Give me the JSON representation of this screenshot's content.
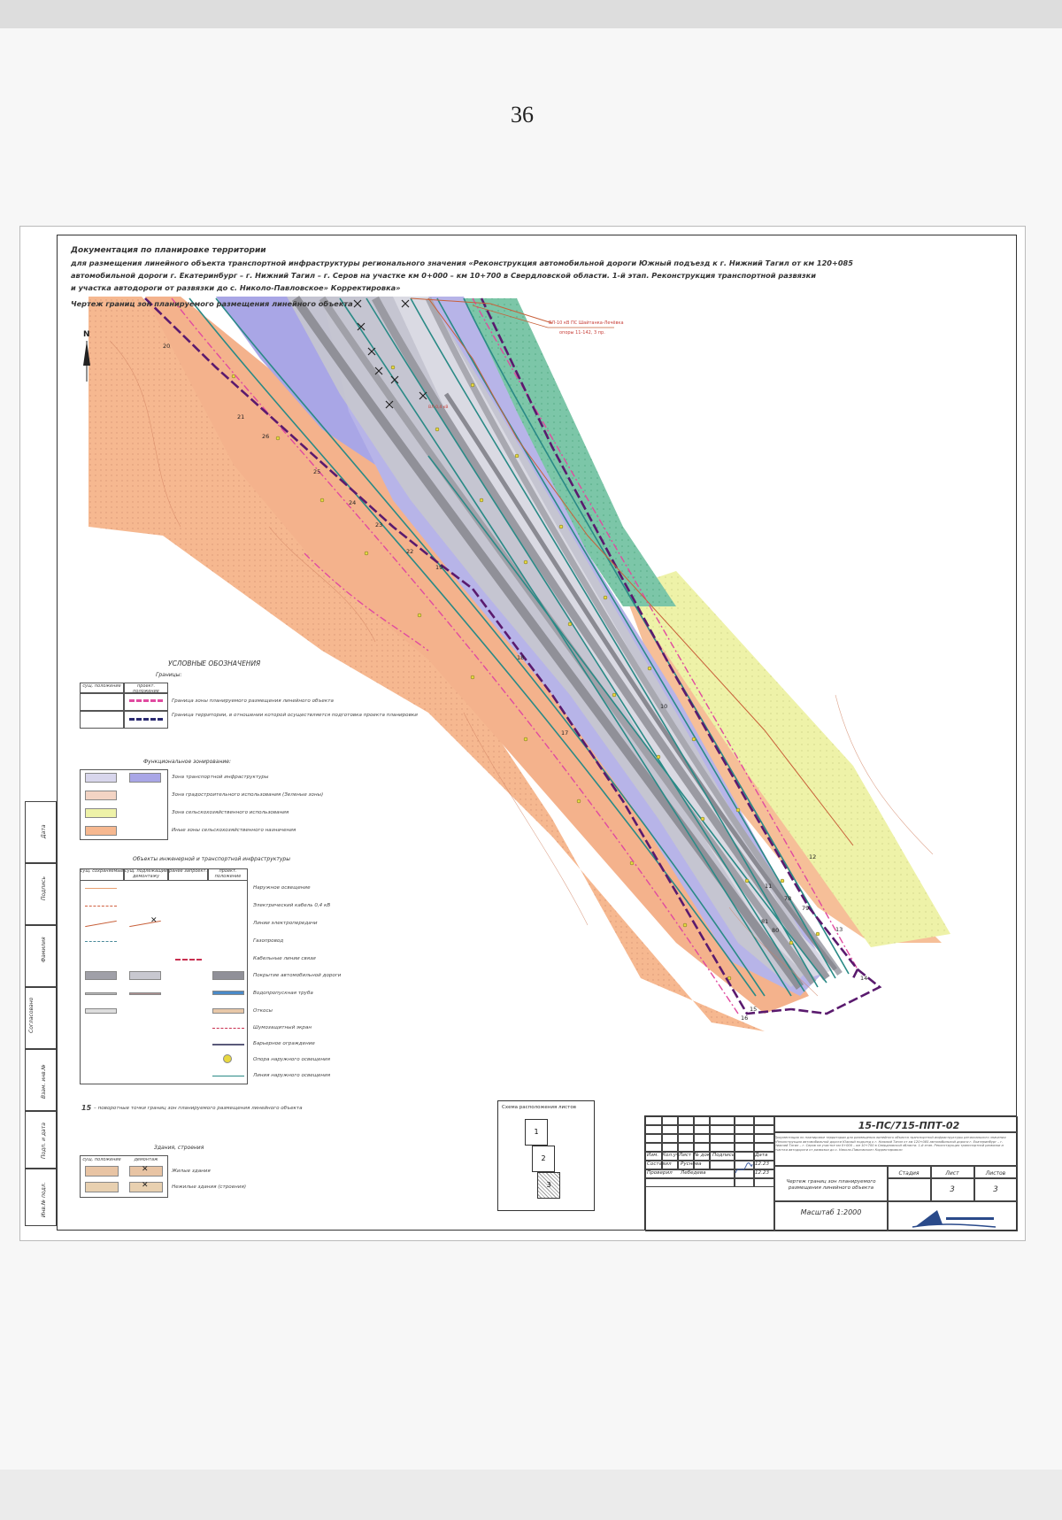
{
  "page_number": "36",
  "header": {
    "title": "Документация по планировке территории",
    "line1": "для размещения линейного объекта транспортной инфраструктуры регионального значения «Реконструкция автомобильной дороги Южный подъезд к г. Нижний Тагил от км 120+085",
    "line2": "автомобильной дороги г. Екатеринбург – г. Нижний Тагил – г. Серов на участке км 0+000 – км 10+700 в Свердловской области. 1-й этап. Реконструкция транспортной развязки",
    "line3": "и участка автодороги от развязки до с. Николо-Павловское» Корректировка»",
    "subtitle": "Чертеж границ зон планируемого размещения линейного объекта"
  },
  "map": {
    "north_label": "N",
    "callout_top": "ВЛ-10 кВ ПС Шайтанка-Лечёвка",
    "callout_top2": "опоры 11-142, 3 пр.",
    "small_label_1": "ВЛ-0,4 кВ",
    "point_labels": [
      "20",
      "21",
      "26",
      "25",
      "24",
      "23",
      "22",
      "19",
      "18",
      "17",
      "16",
      "15",
      "14",
      "13",
      "12",
      "11",
      "10",
      "79",
      "80",
      "81",
      "78"
    ]
  },
  "legend": {
    "title": "УСЛОВНЫЕ ОБОЗНАЧЕНИЯ",
    "borders_title": "Границы:",
    "col_existing": "сущ. положение",
    "col_project": "проект. положение",
    "border_1": "Граница зоны планируемого размещения линейного объекта",
    "border_2": "Граница территории, в отношении которой осуществляется подготовка проекта планировки",
    "zoning_title": "Функциональное зонирование:",
    "zone_1": "Зона транспортной инфраструктуры",
    "zone_2": "Зона градостроительного использования (Зеленые зоны)",
    "zone_3": "Зона сельскохозяйственного использования",
    "zone_4": "Иные зоны сельскохозяйственного назначения",
    "infra_title": "Объекты инженерной и транспортной инфраструктуры",
    "infra_col_1": "сущ. сохраняемые",
    "infra_col_2": "сущ. подлежащие демонтажу",
    "infra_col_3": "ранее запроект.",
    "infra_col_4": "проект. положение",
    "infra_1": "Наружное освещение",
    "infra_2": "Электрический кабель 0,4 кВ",
    "infra_3": "Линии электропередачи",
    "infra_4": "Газопровод",
    "infra_5": "Кабельные линии связи",
    "infra_6": "Покрытие автомобильной дороги",
    "infra_7": "Водопропускная труба",
    "infra_8": "Откосы",
    "infra_9": "Шумозащитный экран",
    "infra_10": "Барьерное ограждение",
    "infra_11": "Опора наружного освещения",
    "infra_12": "Линия наружного освещения",
    "points_note_num": "15",
    "points_note": "– поворотные точки границ зон планируемого размещения линейного объекта",
    "buildings_title": "Здания, строения",
    "bld_col_1": "сущ. положение",
    "bld_col_2": "демонтаж",
    "bld_1": "Жилые здания",
    "bld_2": "Нежилые здания (строения)"
  },
  "scheme": {
    "title": "Схема расположения листов",
    "sheets": [
      "1",
      "2",
      "3"
    ]
  },
  "stamp": {
    "code": "15-ПС/715-ППТ-02",
    "description": "Документация по планировке территории для размещения линейного объекта транспортной инфраструктуры регионального значения «Реконструкция автомобильной дороги Южный подъезд к г. Нижний Тагил от км 120+085 автомобильной дороги г. Екатеринбург – г. Нижний Тагил – г. Серов на участке км 0+000 – км 10+700 в Свердловской области. 1-й этап. Реконструкция транспортной развязки и участка автодороги от развязки до с. Николо-Павловское» Корректировка»",
    "col_izm": "Изм.",
    "col_kol": "Кол.уч",
    "col_list": "Лист",
    "col_doc": "№ док.",
    "col_sign": "Подпись",
    "col_date": "Дата",
    "role_1": "Составил",
    "name_1": "Руснова",
    "date_1": "12.23",
    "role_2": "Проверил",
    "name_2": "Лебедева",
    "date_2": "12.23",
    "sheet_name": "Чертеж границ зон планируемого размещения линейного объекта",
    "scale": "Масштаб 1:2000",
    "stage_h": "Стадия",
    "sheet_h": "Лист",
    "sheets_h": "Листов",
    "sheet_v": "3",
    "sheets_v": "3"
  },
  "side_labels": [
    "Дата",
    "Подпись",
    "Фамилия",
    "Согласовано",
    "Взам. инв.№",
    "Подп. и дата",
    "Инв.№ подл."
  ],
  "colors": {
    "transport_zone": "#a8a6e4",
    "agri_zone": "#f6b08e",
    "green_zone": "#7fc8a8",
    "yellow_zone": "#eef2a6",
    "boundary": "#5a1a6e",
    "pink_line": "#e04aa0",
    "road_gray": "#b8b8bc"
  }
}
